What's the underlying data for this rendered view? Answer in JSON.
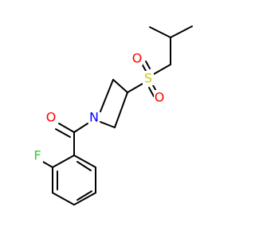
{
  "molecule": {
    "atoms": {
      "O_carbonyl": {
        "symbol": "O",
        "color": "#ff0000"
      },
      "N_azetidine": {
        "symbol": "N",
        "color": "#0000ff"
      },
      "S_sulfonyl": {
        "symbol": "S",
        "color": "#cccc00"
      },
      "O_sulfonyl_top": {
        "symbol": "O",
        "color": "#ff0000"
      },
      "O_sulfonyl_bottom": {
        "symbol": "O",
        "color": "#ff0000"
      },
      "F": {
        "symbol": "F",
        "color": "#33cc33"
      }
    },
    "bond_color": "#000000"
  }
}
